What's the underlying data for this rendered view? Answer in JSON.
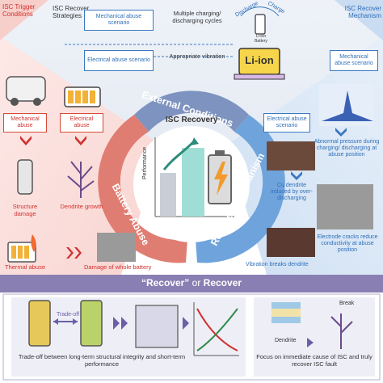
{
  "top_left": {
    "title": "ISC Trigger Conditions"
  },
  "top_right": {
    "title": "ISC Recover Mechanism"
  },
  "top_center": {
    "title": "ISC Recover Strategies"
  },
  "strategies": [
    {
      "scenario": "Mechanical abuse scenario",
      "result": "Multiple charging/ discharging cycles"
    },
    {
      "scenario": "Electrical abuse scenario",
      "result": "Appropriate vibration"
    }
  ],
  "battery_icon": {
    "label": "Li-ion",
    "discharge": "Discharge",
    "charge": "Charge",
    "small_label": "Li-ion Battery"
  },
  "trigger": {
    "mechanical": "Mechanical abuse",
    "electrical": "Electrical abuse",
    "structure": "Structure damage",
    "dendrite": "Dendrite growth",
    "thermal": "Thermal abuse",
    "damage": "Damage of whole battery"
  },
  "ring": {
    "external": "External Conditions",
    "battery_abuse": "Battery Abuse",
    "recovery": "Recovery Mechanism",
    "center_title": "ISC Recovery",
    "performance": "Performance"
  },
  "mechanism": {
    "mech_box": "Mechanical abuse scenario",
    "abnormal": "Abnormal pressure during charging/ discharging at abuse position",
    "elec_box": "Electrical abuse scenario",
    "cu": "Cu dendrite induced by over-discharging",
    "cracks": "Electrode cracks reduce conductivity at abuse position",
    "vibration": "Vibration breaks dendrite"
  },
  "banner": {
    "q1": "“Recover”",
    "or": "or",
    "q2": "Recover"
  },
  "bottom": {
    "tradeoff": "Trade-off",
    "left_caption": "Trade-off between long-term structural integrity and short-term performance",
    "dendrite": "Dendrite",
    "break": "Break",
    "right_caption": "Focus on immediate cause of ISC and truly recover ISC fault"
  },
  "colors": {
    "red": "#d0312d",
    "blue": "#2f6fb8",
    "banner": "#8a7fb3",
    "pink_bg": "#fbe3e1",
    "blue_bg": "#dde9f6"
  }
}
